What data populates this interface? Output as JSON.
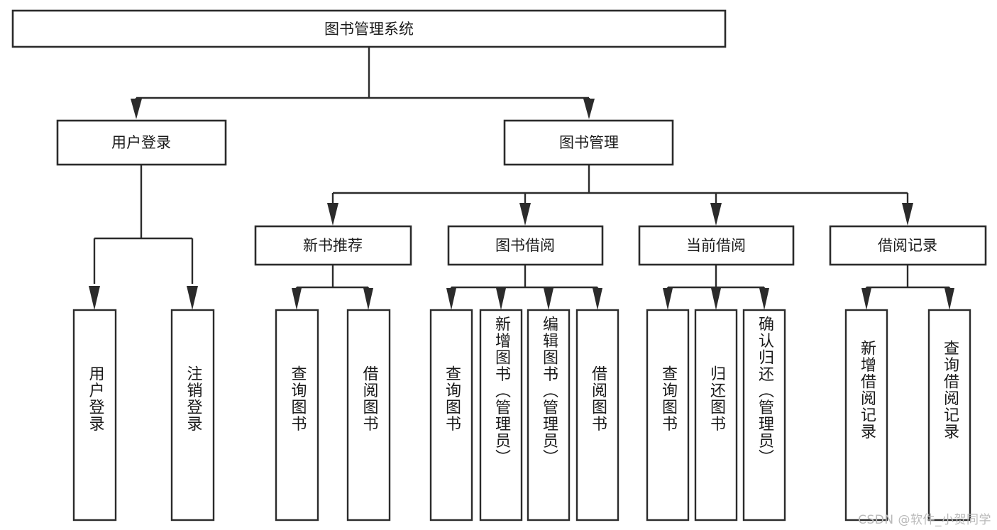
{
  "diagram": {
    "type": "tree",
    "title": "图书管理系统",
    "watermark": "CSDN @软件_小贺同学",
    "colors": {
      "background": "#ffffff",
      "stroke": "#2b2b2b",
      "node_fill": "#ffffff",
      "text": "#1a1a1a",
      "watermark": "#b9b9b9"
    },
    "root": {
      "id": "root",
      "label": "图书管理系统",
      "orientation": "horizontal"
    },
    "level2": [
      {
        "id": "user-login",
        "label": "用户登录",
        "orientation": "horizontal"
      },
      {
        "id": "book-management",
        "label": "图书管理",
        "orientation": "horizontal"
      }
    ],
    "level3": [
      {
        "id": "new-book-recommend",
        "label": "新书推荐",
        "parent": "book-management",
        "orientation": "horizontal"
      },
      {
        "id": "book-borrow",
        "label": "图书借阅",
        "parent": "book-management",
        "orientation": "horizontal"
      },
      {
        "id": "current-borrow",
        "label": "当前借阅",
        "parent": "book-management",
        "orientation": "horizontal"
      },
      {
        "id": "borrow-record",
        "label": "借阅记录",
        "parent": "book-management",
        "orientation": "horizontal"
      }
    ],
    "leaves": [
      {
        "id": "leaf-user-login",
        "label": "用户登录",
        "parent": "user-login",
        "orientation": "vertical"
      },
      {
        "id": "leaf-logout-login",
        "label": "注销登录",
        "parent": "user-login",
        "orientation": "vertical"
      },
      {
        "id": "leaf-query-book-1",
        "label": "查询图书",
        "parent": "new-book-recommend",
        "orientation": "vertical"
      },
      {
        "id": "leaf-borrow-book-1",
        "label": "借阅图书",
        "parent": "new-book-recommend",
        "orientation": "vertical"
      },
      {
        "id": "leaf-query-book-2",
        "label": "查询图书",
        "parent": "book-borrow",
        "orientation": "vertical"
      },
      {
        "id": "leaf-add-book",
        "label": "新增图书（管理员）",
        "parent": "book-borrow",
        "orientation": "vertical"
      },
      {
        "id": "leaf-edit-book",
        "label": "编辑图书（管理员）",
        "parent": "book-borrow",
        "orientation": "vertical"
      },
      {
        "id": "leaf-borrow-book-2",
        "label": "借阅图书",
        "parent": "book-borrow",
        "orientation": "vertical"
      },
      {
        "id": "leaf-query-book-3",
        "label": "查询图书",
        "parent": "current-borrow",
        "orientation": "vertical"
      },
      {
        "id": "leaf-return-book",
        "label": "归还图书",
        "parent": "current-borrow",
        "orientation": "vertical"
      },
      {
        "id": "leaf-confirm-return",
        "label": "确认归还（管理员）",
        "parent": "current-borrow",
        "orientation": "vertical"
      },
      {
        "id": "leaf-add-record",
        "label": "新增借阅记录",
        "parent": "borrow-record",
        "orientation": "vertical"
      },
      {
        "id": "leaf-query-record",
        "label": "查询借阅记录",
        "parent": "borrow-record",
        "orientation": "vertical"
      }
    ]
  }
}
